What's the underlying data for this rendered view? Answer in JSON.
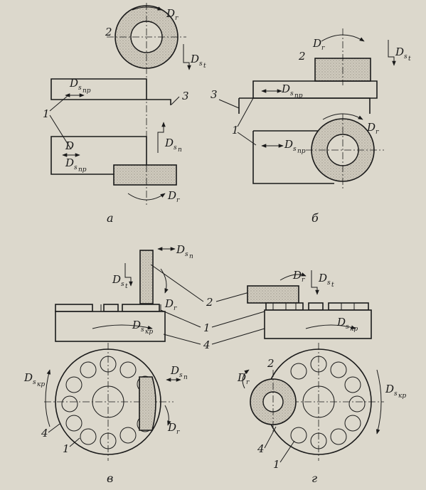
{
  "labels": {
    "n1": "1",
    "n2": "2",
    "n3": "3",
    "n4": "4",
    "D": "D",
    "s": "s",
    "r": "r",
    "t": "t",
    "pr": "пр",
    "p": "п",
    "kr": "кр"
  },
  "captions": {
    "a": "а",
    "b": "б",
    "v": "в",
    "g": "г"
  },
  "colors": {
    "paper": "#dcd8cc",
    "ink": "#1a1a1a",
    "grain": "#bdb8ad"
  }
}
